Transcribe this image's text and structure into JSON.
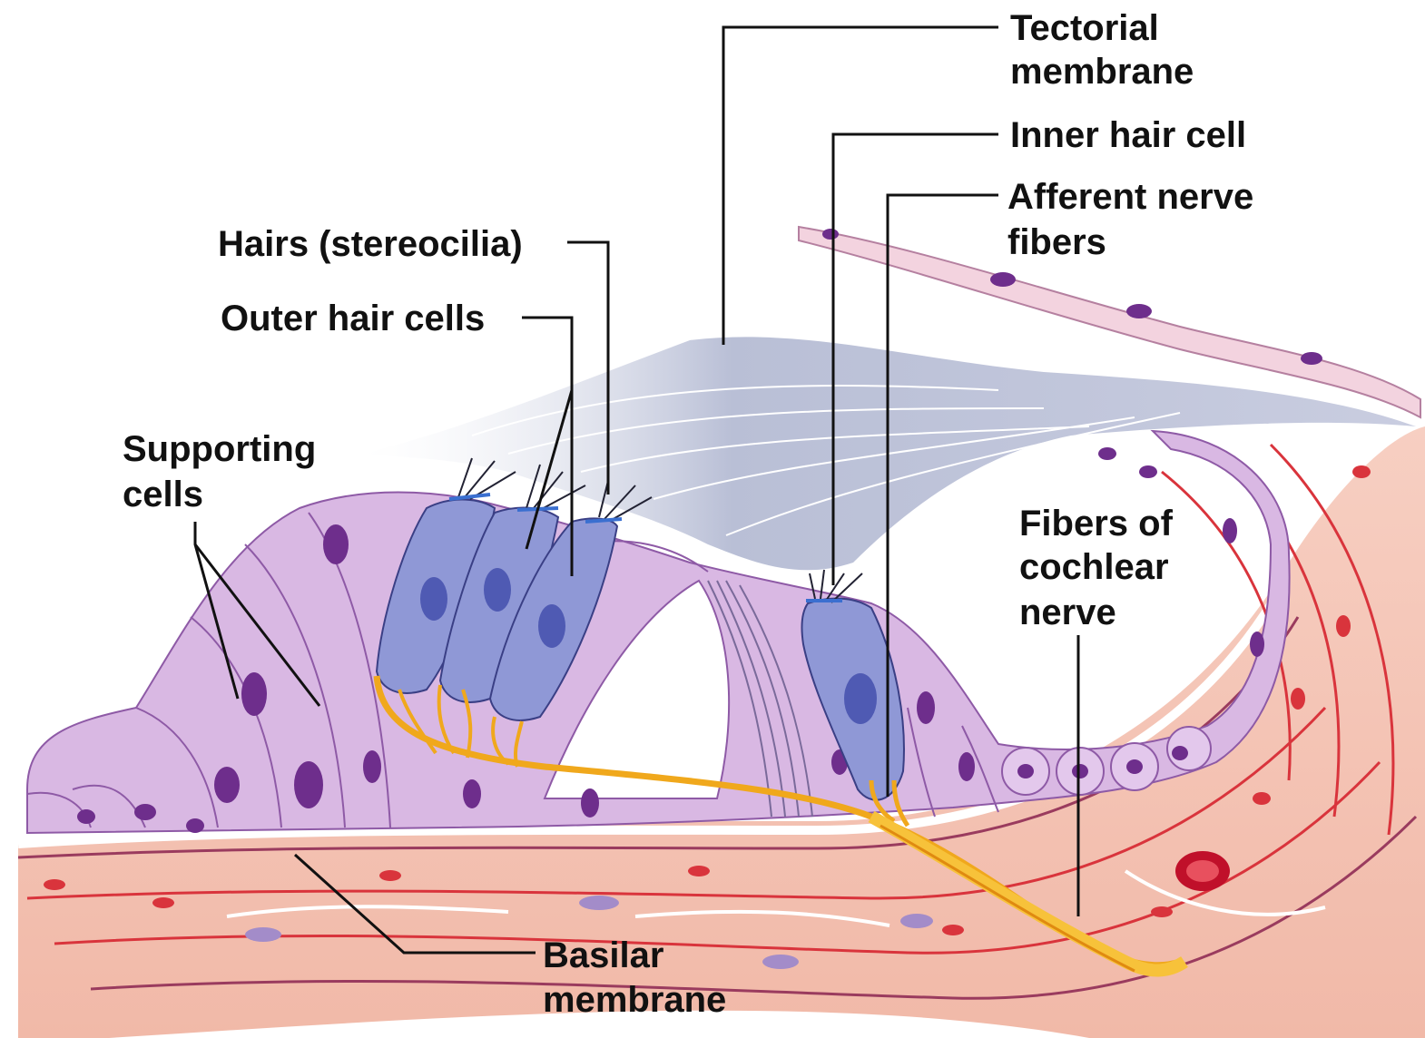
{
  "labels": {
    "tectorial_1": "Tectorial",
    "tectorial_2": "membrane",
    "inner_hair_cell": "Inner hair cell",
    "afferent_1": "Afferent nerve",
    "afferent_2": "fibers",
    "hairs": "Hairs (stereocilia)",
    "outer_hair_cells": "Outer hair cells",
    "supporting_1": "Supporting",
    "supporting_2": "cells",
    "cochlear_1": "Fibers of",
    "cochlear_2": "cochlear",
    "cochlear_3": "nerve",
    "basilar_1": "Basilar",
    "basilar_2": "membrane"
  },
  "colors": {
    "supporting_cell": "#d9b8e3",
    "supporting_cell_edge": "#8e5aa6",
    "nucleus": "#6e2e8c",
    "hair_cell": "#8f98d6",
    "hair_cell_nucleus": "#4f5ab3",
    "tectorial": "#b9bfd6",
    "tissue": "#f4c2b3",
    "tissue_fiber": "#d9343c",
    "nerve": "#f0a81c"
  }
}
